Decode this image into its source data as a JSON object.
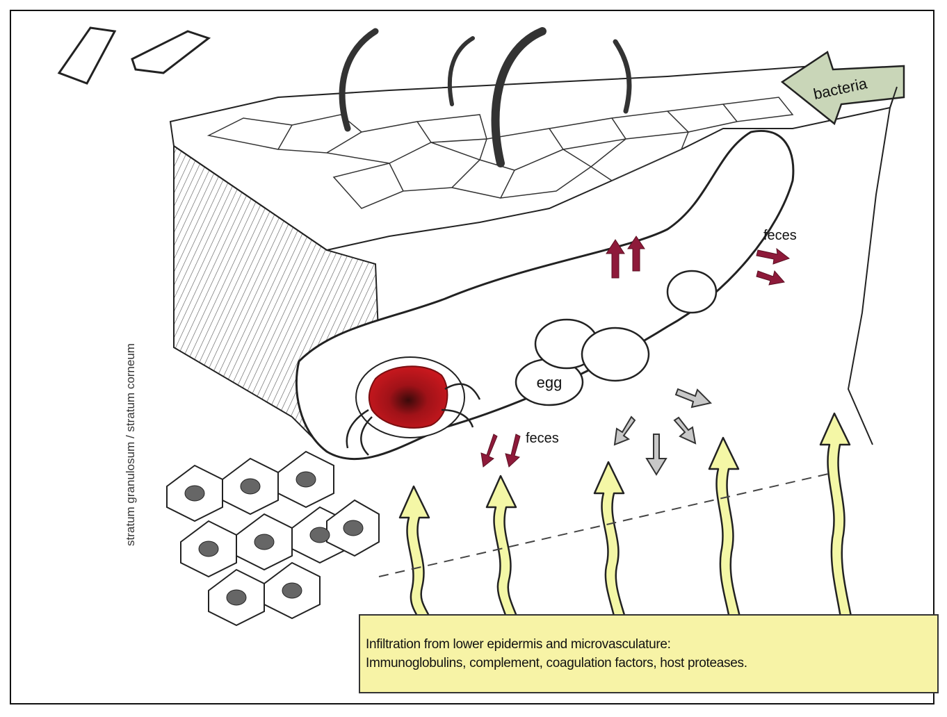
{
  "labels": {
    "bacteria": "bacteria",
    "egg": "egg",
    "feces_top": "feces",
    "feces_bottom": "feces",
    "side_label": "stratum granulosum / stratum corneum",
    "callout_line1": "Infiltration from lower epidermis and microvasculature:",
    "callout_line2": "Immunoglobulins, complement, coagulation factors, host proteases."
  },
  "colors": {
    "mite_body": "#b0141a",
    "feces_arrow": "#8e1a3a",
    "bacteria_arrow": "#c9d6b8",
    "infiltration_arrow": "#f4f7a6",
    "diffusion_arrow": "#c8c8c8",
    "callout_bg": "#f7f3a6"
  }
}
